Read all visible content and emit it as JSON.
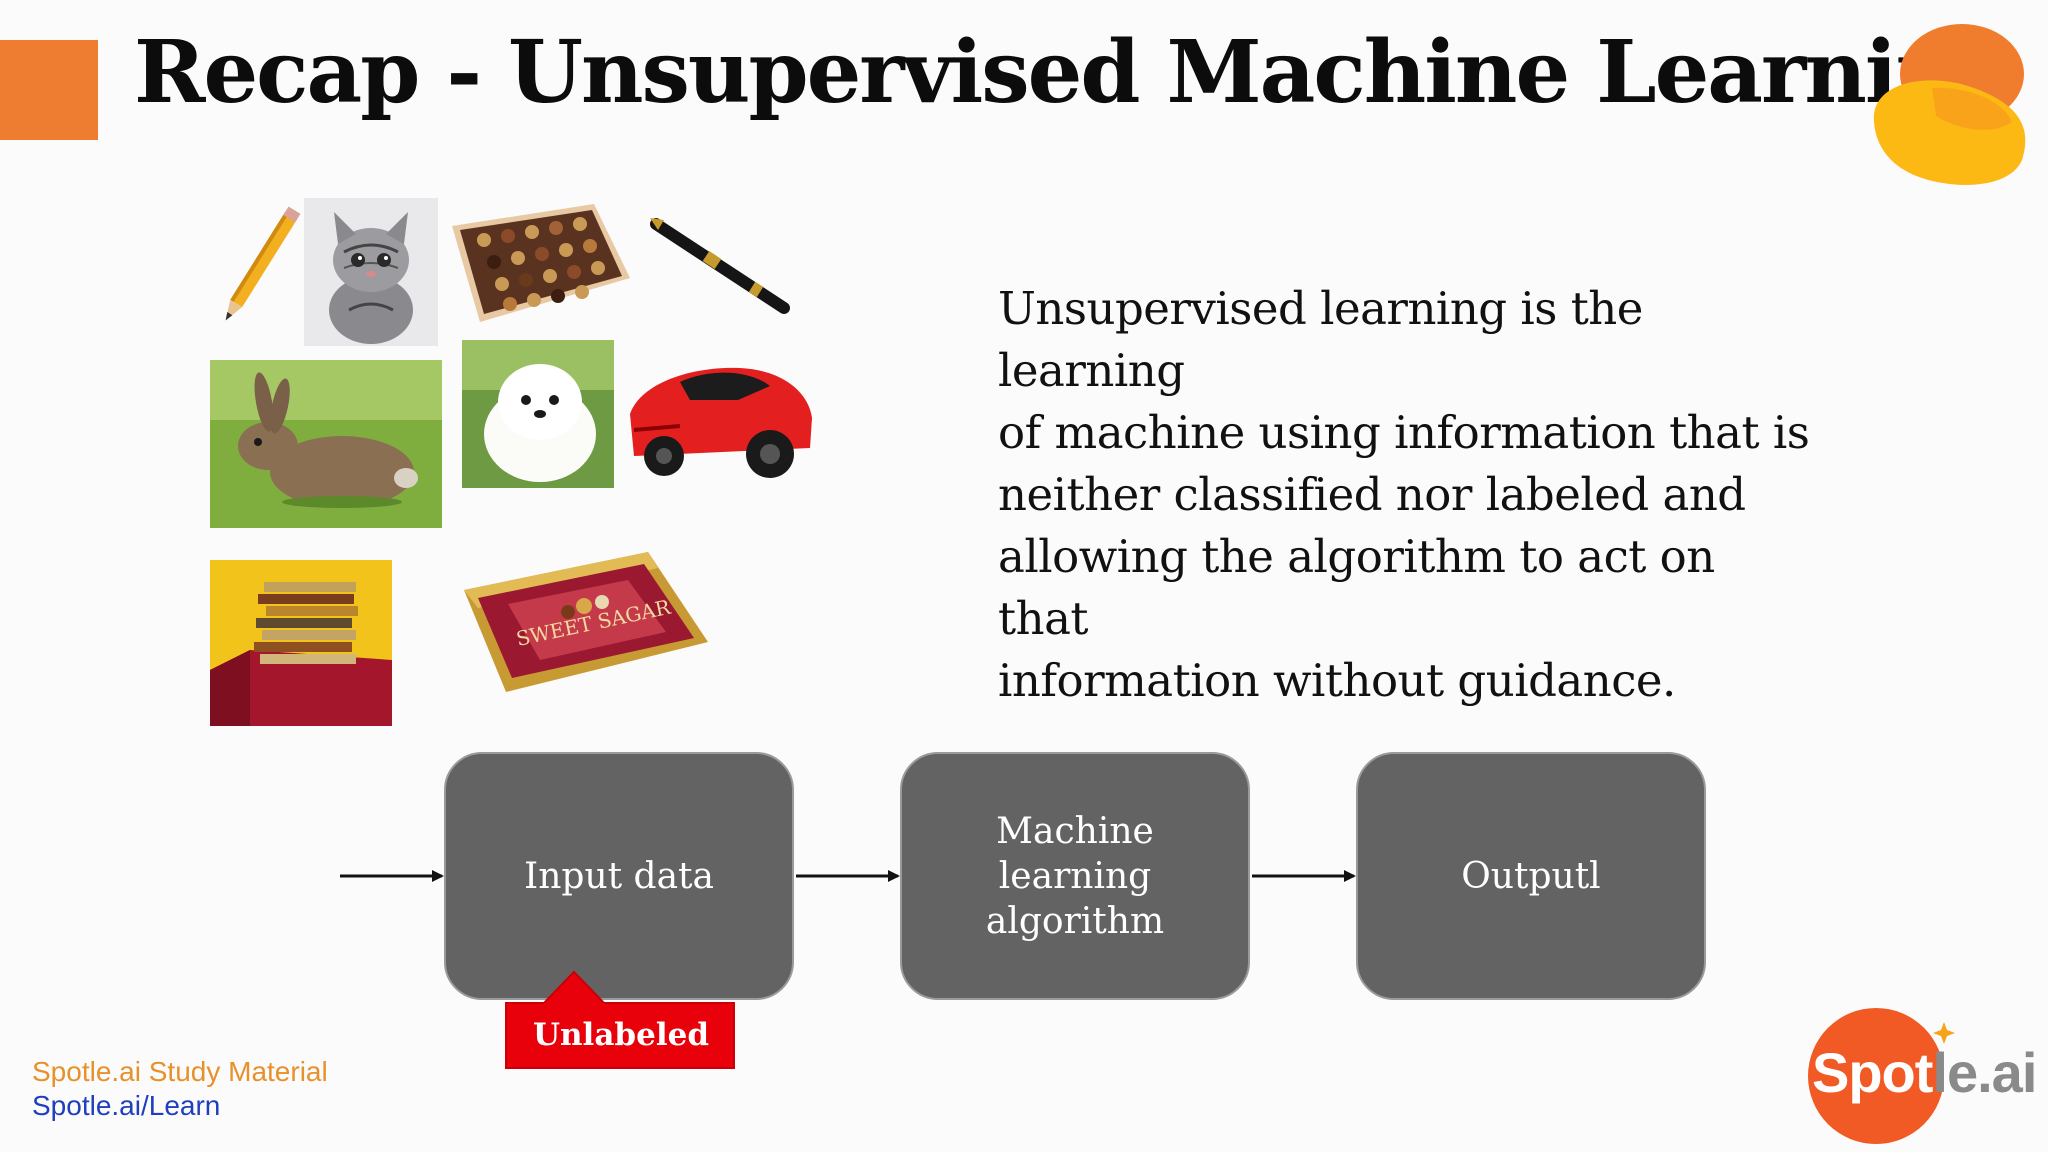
{
  "slide": {
    "title": "Recap - Unsupervised Machine Learning",
    "description_lines": [
      "Unsupervised learning is the learning",
      "of machine using information that is",
      "neither classified nor labeled and",
      "allowing the algorithm to act on that",
      "information without guidance."
    ]
  },
  "images": [
    {
      "name": "pencil",
      "label": ""
    },
    {
      "name": "kitten",
      "label": ""
    },
    {
      "name": "chocolate-box",
      "label": ""
    },
    {
      "name": "fountain-pen",
      "label": ""
    },
    {
      "name": "rabbit",
      "label": ""
    },
    {
      "name": "puppy",
      "label": ""
    },
    {
      "name": "toy-car",
      "label": ""
    },
    {
      "name": "books",
      "label": ""
    },
    {
      "name": "sweet-box",
      "label": "SWEET SAGAR"
    }
  ],
  "flow": {
    "input_label": "Input data",
    "algorithm_label": "Machine learning algorithm",
    "output_label": "Outputl",
    "callout_label": "Unlabeled"
  },
  "footer": {
    "study_material": "Spotle.ai Study Material",
    "learn_link": "Spotle.ai/Learn"
  },
  "brand": {
    "name_a": "Spot",
    "name_b": "le.ai"
  },
  "colors": {
    "accent_orange": "#ef7d31",
    "box_gray": "#636363",
    "callout_red": "#e8000b",
    "footer_orange": "#e8912b",
    "footer_blue": "#1f3fbf"
  }
}
